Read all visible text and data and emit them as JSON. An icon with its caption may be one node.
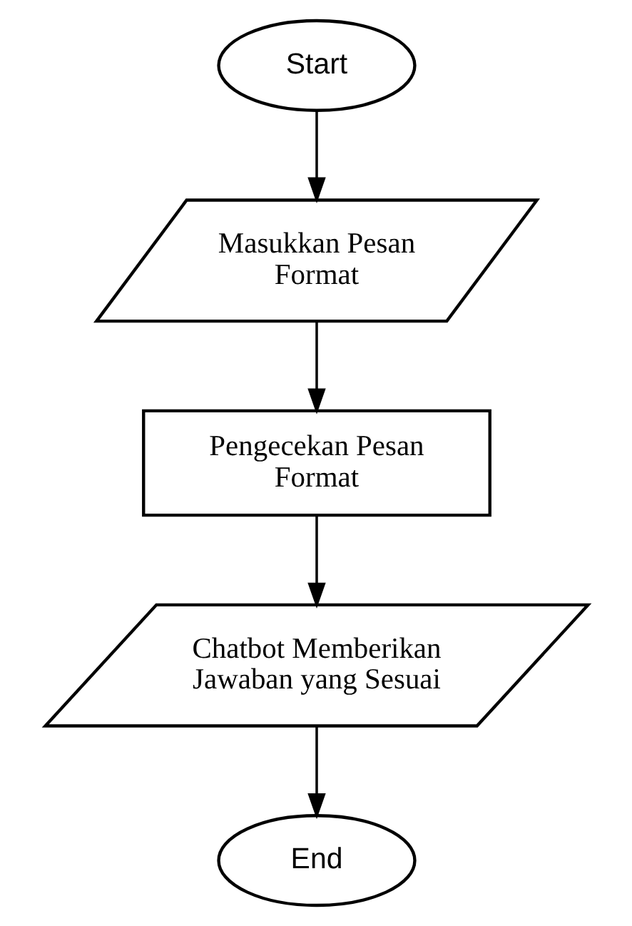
{
  "diagram": {
    "nodes": [
      {
        "text": [
          "Start"
        ]
      },
      {
        "text": [
          "Masukkan Pesan Format"
        ]
      },
      {
        "text": [
          "Pengecekan Pesan Format"
        ]
      },
      {
        "text": [
          "Chatbot Memberikan Jawaban yang Sesuai"
        ]
      },
      {
        "text": [
          "End"
        ]
      }
    ],
    "edges": [
      {
        "from": 0,
        "to": 1,
        "arrow": "to"
      },
      {
        "from": 1,
        "to": 2,
        "arrow": "to"
      },
      {
        "from": 2,
        "to": 3,
        "arrow": "to"
      },
      {
        "from": 3,
        "to": 4,
        "arrow": "to"
      }
    ]
  }
}
